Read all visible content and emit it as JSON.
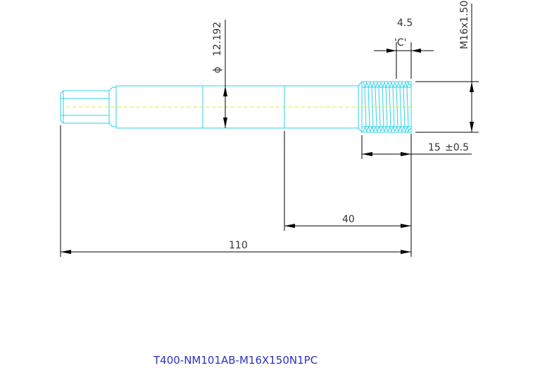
{
  "drawing": {
    "part_number": "T400-NM101AB-M16X150N1PC",
    "dimensions": {
      "overall_length": "110",
      "shank_length": "40",
      "thread_length": "15",
      "thread_tolerance": "±0.5",
      "chamfer_width": "4.5",
      "chamfer_label": "'C'",
      "diameter_symbol": "ϕ",
      "diameter_value": "12.192",
      "thread_spec": "M16x1.50"
    },
    "colors": {
      "part_outline": "#2bd2ea",
      "center_line": "#e8e84a",
      "dimension_line": "#000000",
      "title_text": "#3030c0"
    }
  }
}
